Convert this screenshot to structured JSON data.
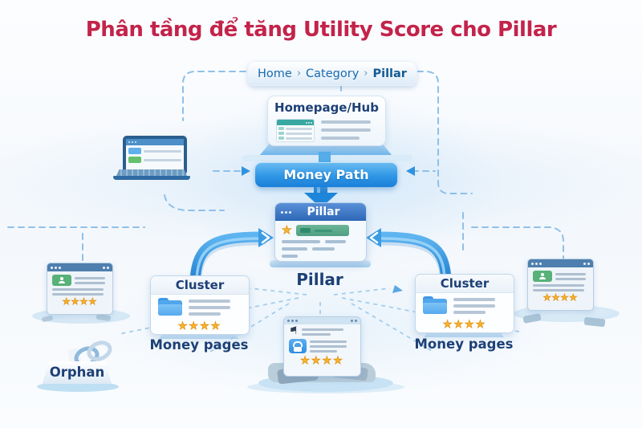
{
  "title": {
    "text": "Phân tầng để tăng Utility Score cho Pillar"
  },
  "breadcrumb": {
    "items": [
      "Home",
      "Category",
      "Pillar"
    ],
    "separator": "›"
  },
  "homepage_card": {
    "label": "Homepage/Hub"
  },
  "money_path": {
    "label": "Money Path"
  },
  "pillar_card": {
    "window_title": "Pillar",
    "caption": "Pillar"
  },
  "cluster_left": {
    "label": "Cluster",
    "caption": "Money pages",
    "stars": "★★★★"
  },
  "cluster_right": {
    "label": "Cluster",
    "caption": "Money pages",
    "stars": "★★★★"
  },
  "page_left": {
    "stars": "★★★★"
  },
  "page_right": {
    "stars": "★★★★"
  },
  "page_bottom": {
    "stars": "★★★★"
  },
  "orphan": {
    "label": "Orphan"
  },
  "icons": {
    "flag": "⚑",
    "star": "★",
    "chain_link": "chain-link",
    "folder": "folder",
    "padlock": "padlock",
    "user_badge": "user-badge"
  },
  "colors": {
    "title_red": "#c3234a",
    "navy_text": "#1d4076",
    "accent_blue": "#2f97e6",
    "pillar_header": "#2c66b6",
    "star_gold": "#f7b62c",
    "green_bar": "#4f9f82",
    "badge_green": "#57b178",
    "dashed_line": "#8fc0e8",
    "background": "#f4f8fc"
  }
}
